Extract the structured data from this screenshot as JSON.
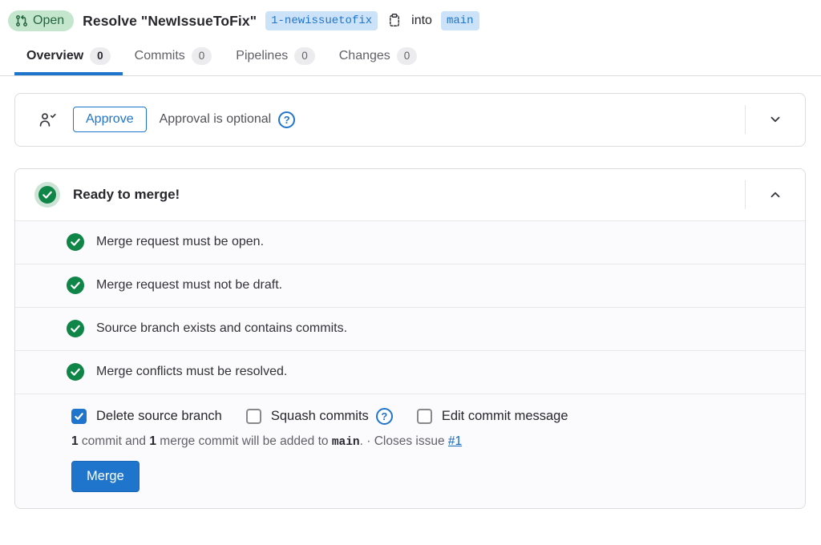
{
  "header": {
    "status": {
      "label": "Open"
    },
    "title": "Resolve \"NewIssueToFix\"",
    "source_branch": "1-newissuetofix",
    "into_label": "into",
    "target_branch": "main"
  },
  "tabs": [
    {
      "label": "Overview",
      "count": "0",
      "active": true
    },
    {
      "label": "Commits",
      "count": "0",
      "active": false
    },
    {
      "label": "Pipelines",
      "count": "0",
      "active": false
    },
    {
      "label": "Changes",
      "count": "0",
      "active": false
    }
  ],
  "approval": {
    "approve_label": "Approve",
    "optional_text": "Approval is optional"
  },
  "merge_widget": {
    "heading": "Ready to merge!",
    "checks": [
      {
        "text": "Merge request must be open."
      },
      {
        "text": "Merge request must not be draft."
      },
      {
        "text": "Source branch exists and contains commits."
      },
      {
        "text": "Merge conflicts must be resolved."
      }
    ],
    "options": {
      "delete_source_branch": {
        "label": "Delete source branch",
        "checked": true
      },
      "squash_commits": {
        "label": "Squash commits",
        "checked": false
      },
      "edit_commit_message": {
        "label": "Edit commit message",
        "checked": false
      }
    },
    "summary": {
      "commit_count": "1",
      "part1": " commit and ",
      "merge_commit_count": "1",
      "part2": " merge commit will be added to ",
      "target_branch": "main",
      "part3": ". · Closes issue ",
      "issue_link": "#1"
    },
    "merge_button": "Merge"
  },
  "icons": {
    "question_glyph": "?",
    "status_icon": "merge-request-icon",
    "copy_icon": "copy-to-clipboard-icon",
    "approval_icon": "user-check-icon",
    "collapse_icon": "chevron-down-icon",
    "expand_icon": "chevron-up-icon",
    "check_icon": "check-circle-icon"
  },
  "colors": {
    "accent_blue": "#1f75cb",
    "link_blue": "#1068bf",
    "success_green": "#108548",
    "badge_green_bg": "#c3e6cd",
    "badge_green_text": "#24663b",
    "branch_chip_bg": "#cbe2f9",
    "panel_border": "#dcdcde",
    "row_bg": "#fbfafd"
  }
}
